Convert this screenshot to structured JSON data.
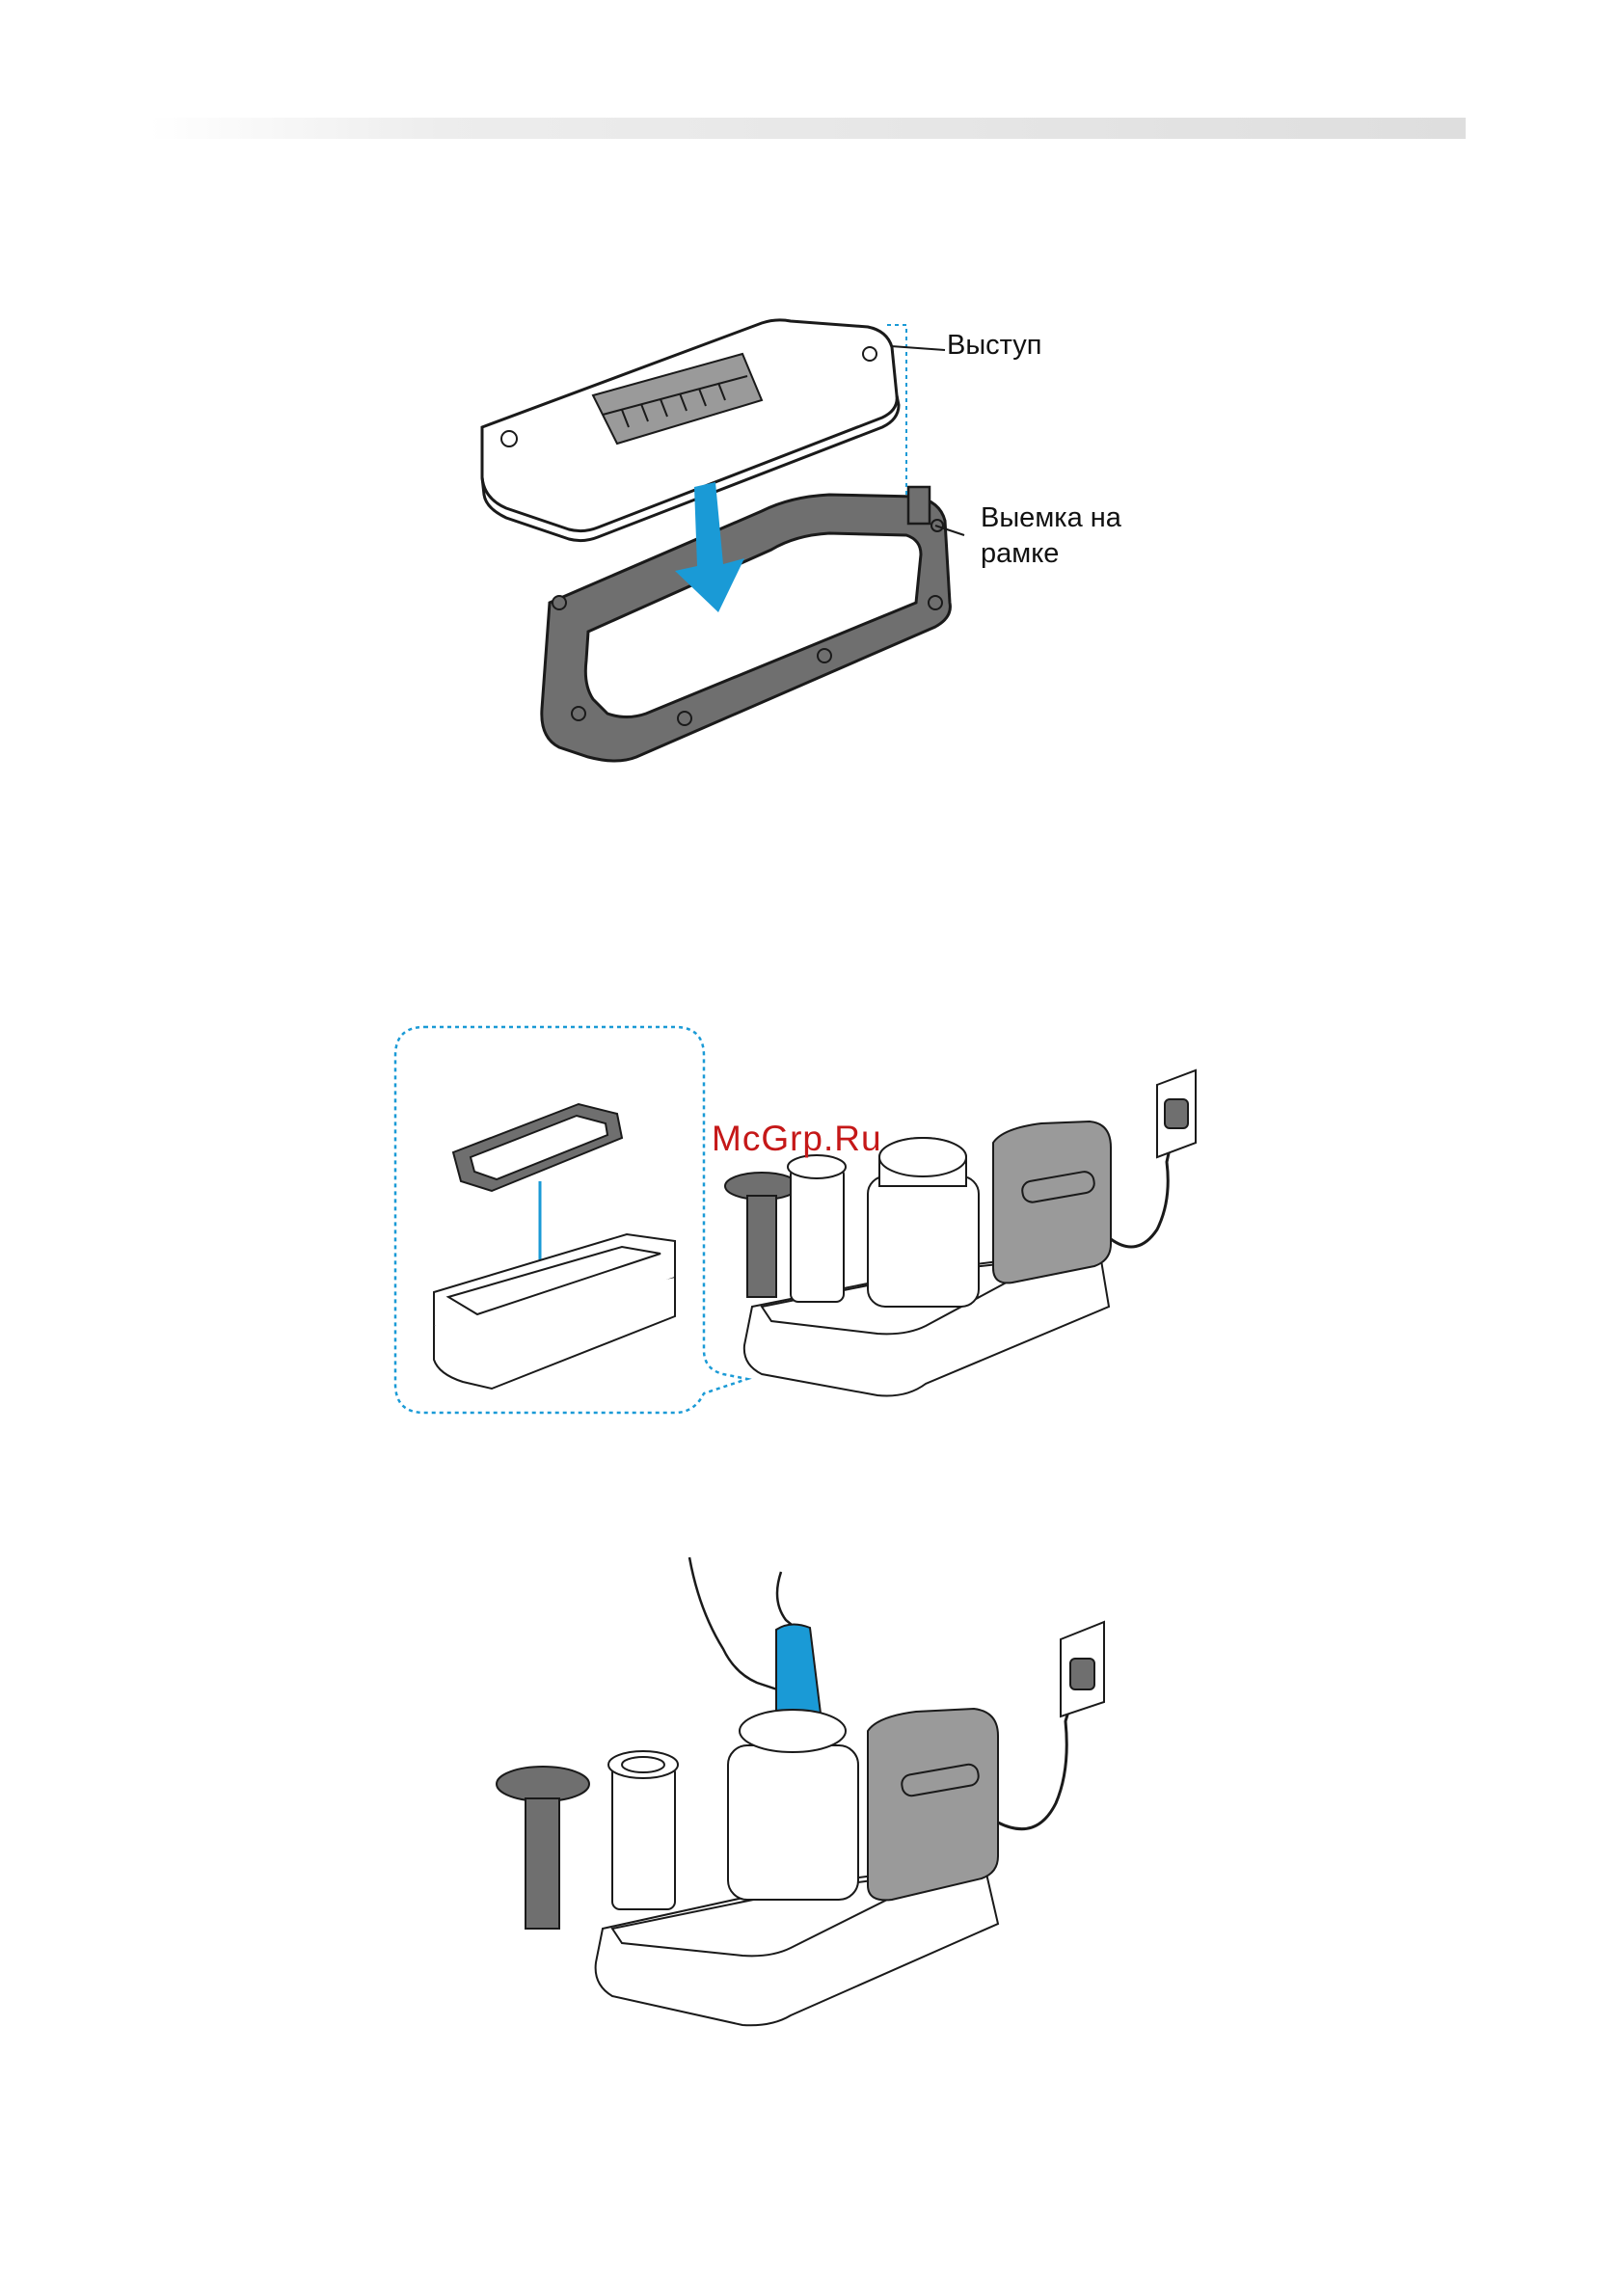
{
  "figure1": {
    "callout_top": "Выступ",
    "callout_bottom": "Выемка на рамке"
  },
  "watermark": "McGrp.Ru",
  "colors": {
    "accent_blue": "#1a9ad6",
    "dark_gray": "#6f6f6f",
    "mid_gray": "#9a9a9a",
    "outline": "#1a1a1a"
  }
}
